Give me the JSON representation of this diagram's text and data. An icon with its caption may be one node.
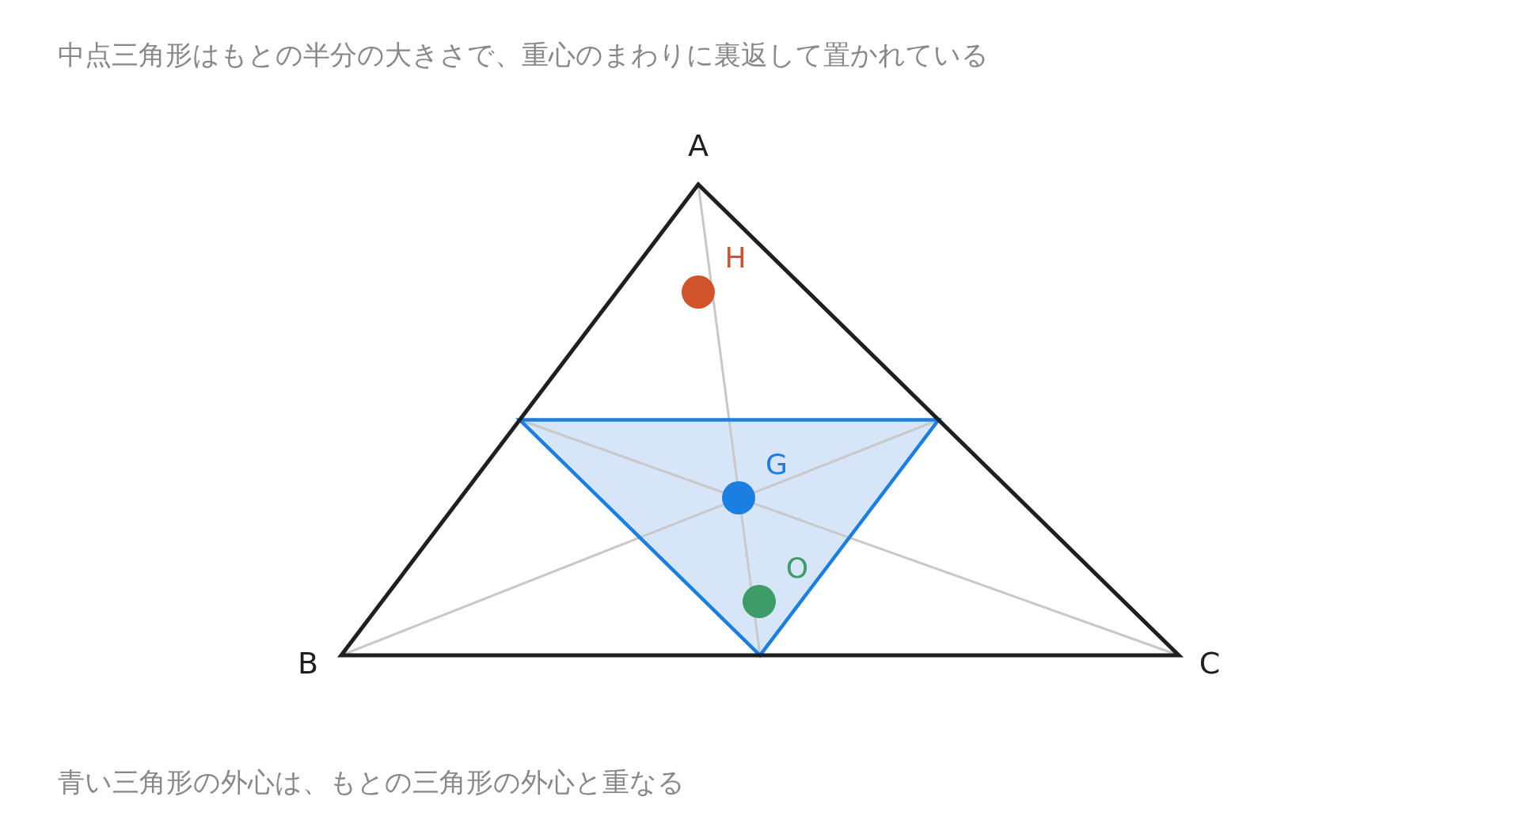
{
  "diagram": {
    "title": "中点三角形はもとの半分の大きさで、重心のまわりに裏返して置かれている",
    "caption": "青い三角形の外心は、もとの三角形の外心と重なる",
    "nodes": [
      {
        "text": [],
        "shape": "circle",
        "beside": [
          "H"
        ]
      },
      {
        "text": [],
        "shape": "circle",
        "beside": [
          "G"
        ]
      },
      {
        "text": [],
        "shape": "circle",
        "beside": [
          "O"
        ]
      }
    ],
    "labels": [
      "A",
      "B",
      "C"
    ]
  }
}
